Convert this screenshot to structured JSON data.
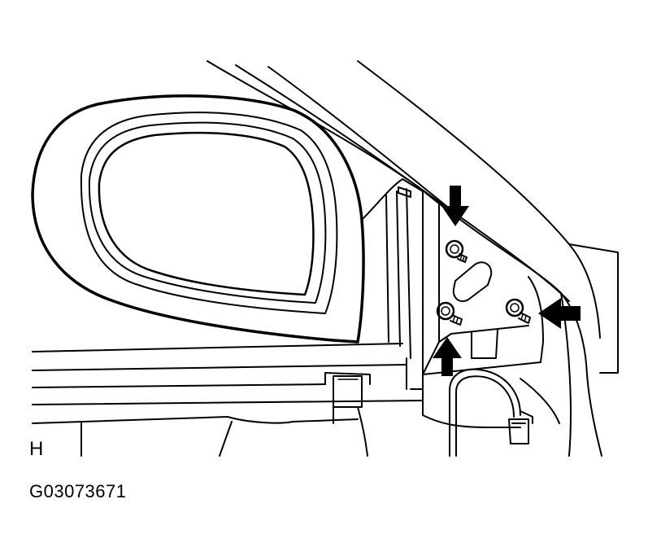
{
  "figure": {
    "ref_label": "H",
    "code": "G03073671",
    "colors": {
      "line": "#000000",
      "background": "#ffffff"
    },
    "callouts": [
      {
        "name": "arrow-top-bolt",
        "direction": "down"
      },
      {
        "name": "arrow-left-bolt",
        "direction": "up"
      },
      {
        "name": "arrow-right-bolt",
        "direction": "left"
      }
    ]
  }
}
